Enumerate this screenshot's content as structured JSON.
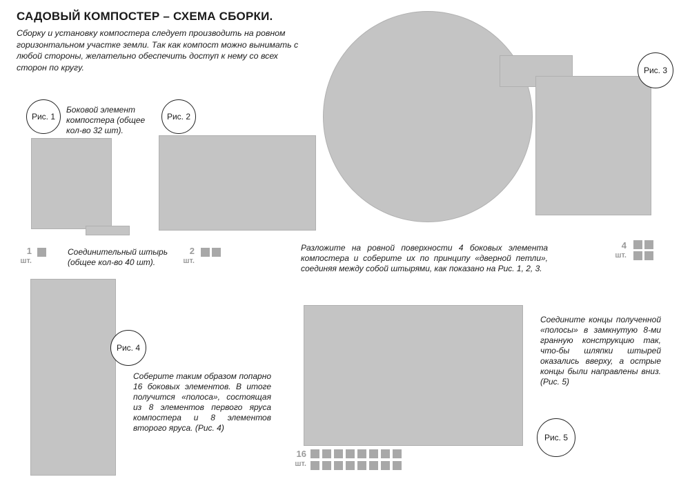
{
  "header": {
    "title": "САДОВЫЙ КОМПОСТЕР – СХЕМА СБОРКИ.",
    "intro": "Сборку и установку компостера следует производить на ровном горизонтальном участке земли. Так как компост можно вынимать с любой стороны, желательно обеспечить доступ к нему со всех сторон по кругу."
  },
  "figures": {
    "fig1_label": "Рис. 1",
    "fig2_label": "Рис. 2",
    "fig3_label": "Рис. 3",
    "fig4_label": "Рис. 4",
    "fig5_label": "Рис. 5"
  },
  "notes": {
    "side_element": "Боковой элемент компостера (общее кол-во 32 шт).",
    "pin": "Соединительный штырь (общее кол-во 40 шт).",
    "step1": "Разложите на ровной поверхности 4 боковых элемента компостера и соберите их по принципу «дверной петли», соединяя между собой штырями, как показано на Рис. 1, 2, 3.",
    "step2": "Соберите таким образом попарно 16 боковых элементов. В итоге получится «полоса», состоящая из 8 элементов первого яруса компостера и 8 элементов второго яруса. (Рис. 4)",
    "step3": "Соедините концы полученной «полосы» в замкнутую 8-ми гранную конструкцию так, что-бы шляпки штырей оказались вверху, а острые концы были направлены вниз. (Рис. 5)"
  },
  "counters": {
    "c1": {
      "number": "1",
      "unit": "шт.",
      "squares": 1
    },
    "c2": {
      "number": "2",
      "unit": "шт.",
      "squares": 2
    },
    "c4": {
      "number": "4",
      "unit": "шт.",
      "squares": 4
    },
    "c16": {
      "number": "16",
      "unit": "шт.",
      "squares": 16
    }
  },
  "colors": {
    "text": "#1a1a1a",
    "counter_gray": "#a8a8a8",
    "image_placeholder": "#c4c4c4"
  }
}
